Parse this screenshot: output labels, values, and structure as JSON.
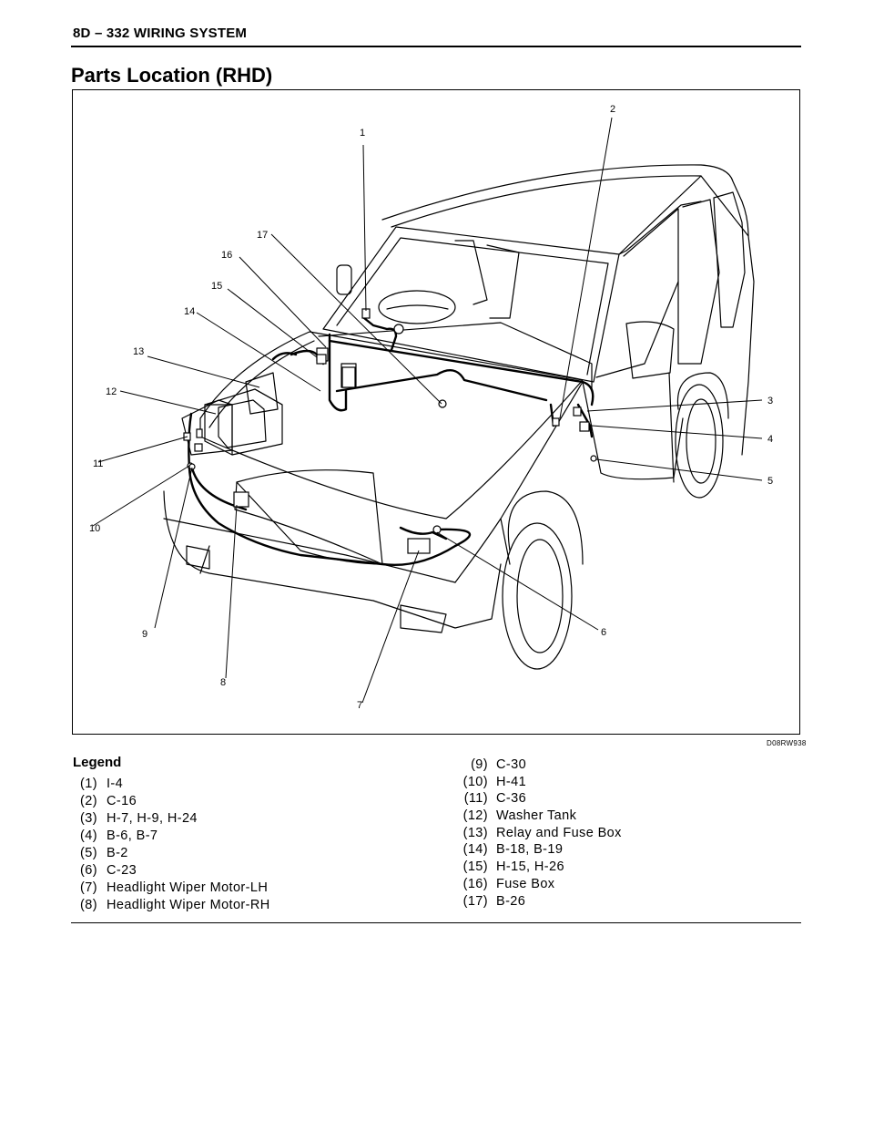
{
  "header": {
    "section": "8D – 332 WIRING SYSTEM"
  },
  "title": "Parts Location (RHD)",
  "figure": {
    "code": "D08RW938",
    "callouts": [
      "1",
      "2",
      "3",
      "4",
      "5",
      "6",
      "7",
      "8",
      "9",
      "10",
      "11",
      "12",
      "13",
      "14",
      "15",
      "16",
      "17"
    ]
  },
  "legend": {
    "title": "Legend",
    "left": [
      {
        "num": "(1)",
        "text": "I-4"
      },
      {
        "num": "(2)",
        "text": "C-16"
      },
      {
        "num": "(3)",
        "text": "H-7, H-9, H-24"
      },
      {
        "num": "(4)",
        "text": "B-6, B-7"
      },
      {
        "num": "(5)",
        "text": "B-2"
      },
      {
        "num": "(6)",
        "text": "C-23"
      },
      {
        "num": "(7)",
        "text": "Headlight Wiper Motor-LH"
      },
      {
        "num": "(8)",
        "text": "Headlight Wiper Motor-RH"
      }
    ],
    "right": [
      {
        "num": "(9)",
        "text": "C-30"
      },
      {
        "num": "(10)",
        "text": "H-41"
      },
      {
        "num": "(11)",
        "text": "C-36"
      },
      {
        "num": "(12)",
        "text": "Washer Tank"
      },
      {
        "num": "(13)",
        "text": "Relay and Fuse Box"
      },
      {
        "num": "(14)",
        "text": "B-18, B-19"
      },
      {
        "num": "(15)",
        "text": "H-15, H-26"
      },
      {
        "num": "(16)",
        "text": "Fuse Box"
      },
      {
        "num": "(17)",
        "text": "B-26"
      }
    ]
  }
}
